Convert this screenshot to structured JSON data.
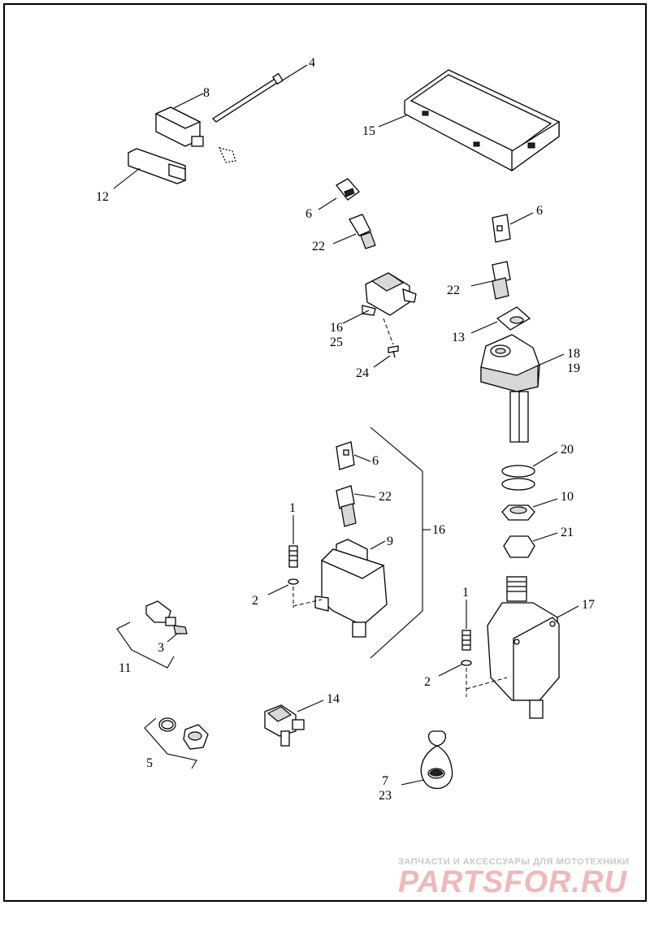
{
  "callouts": {
    "c1a": "1",
    "c1b": "1",
    "c2a": "2",
    "c2b": "2",
    "c3": "3",
    "c4": "4",
    "c5": "5",
    "c6a": "6",
    "c6b": "6",
    "c6c": "6",
    "c7": "7",
    "c8": "8",
    "c9": "9",
    "c10": "10",
    "c11": "11",
    "c12": "12",
    "c13": "13",
    "c14": "14",
    "c15": "15",
    "c16a": "16",
    "c16b": "16",
    "c17": "17",
    "c18": "18",
    "c19": "19",
    "c20": "20",
    "c21": "21",
    "c22a": "22",
    "c22b": "22",
    "c22c": "22",
    "c23": "23",
    "c24": "24",
    "c25": "25"
  },
  "watermark": {
    "subtitle": "ЗАПЧАСТИ И АКСЕССУАРЫ ДЛЯ МОТОТЕХНИКИ",
    "brand": "PARTSFOR.RU"
  }
}
